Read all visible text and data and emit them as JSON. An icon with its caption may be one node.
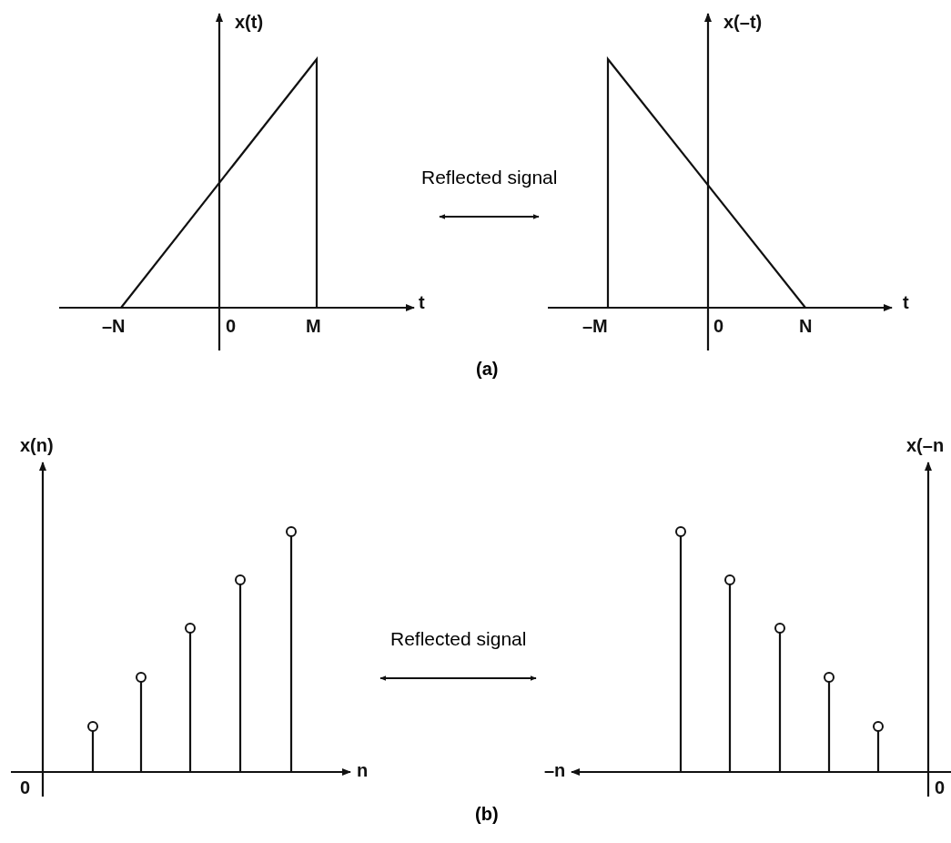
{
  "diagram": {
    "nodes": [
      {
        "text": [
          "x(t)",
          "t",
          "–N",
          "0",
          "M"
        ]
      },
      {
        "text": [
          "x(–t)",
          "t",
          "–M",
          "0",
          "N"
        ]
      },
      {
        "text": [
          "x(n)",
          "n",
          "0"
        ]
      },
      {
        "text": [
          "x(–n",
          "–n",
          "0"
        ]
      }
    ],
    "edges": [
      {
        "from": 0,
        "to": 1,
        "arrow": "both",
        "label": "Reflected signal"
      },
      {
        "from": 2,
        "to": 3,
        "arrow": "both",
        "label": "Reflected signal"
      }
    ],
    "labels": [
      "(a)",
      "(b)"
    ]
  }
}
